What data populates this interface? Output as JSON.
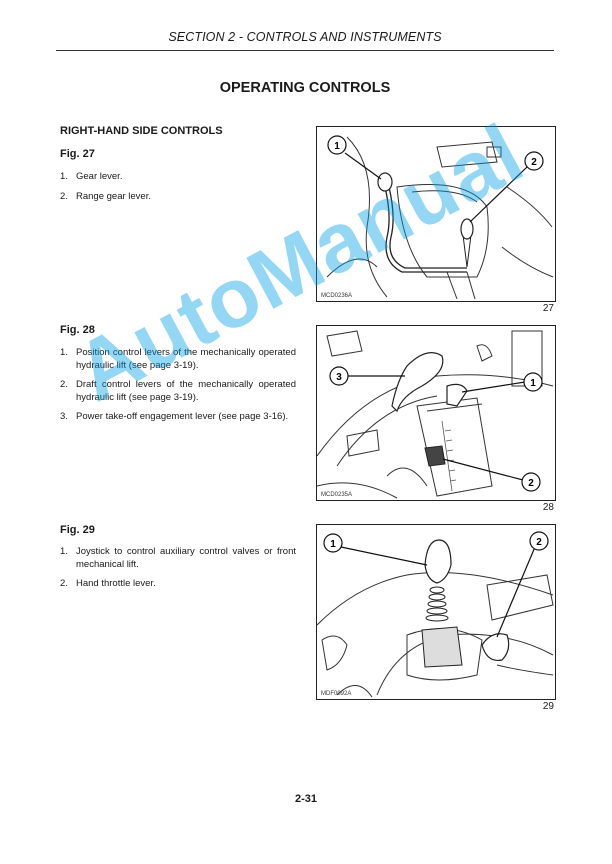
{
  "header": {
    "section": "SECTION 2 - CONTROLS AND INSTRUMENTS"
  },
  "title": "OPERATING CONTROLS",
  "subheading": "RIGHT-HAND SIDE CONTROLS",
  "figures": [
    {
      "label": "Fig. 27",
      "items": [
        {
          "num": "1.",
          "text": "Gear lever."
        },
        {
          "num": "2.",
          "text": "Range gear lever."
        }
      ],
      "code": "MCD0236A",
      "number": "27",
      "callouts": [
        "1",
        "2"
      ]
    },
    {
      "label": "Fig. 28",
      "items": [
        {
          "num": "1.",
          "text": "Position control levers of the mechanically operated hydraulic lift (see page 3-19)."
        },
        {
          "num": "2.",
          "text": "Draft control levers of the mechanically operated hydraulic lift (see page 3-19)."
        },
        {
          "num": "3.",
          "text": "Power take-off engagement lever (see page 3-16)."
        }
      ],
      "code": "MCD0235A",
      "number": "28",
      "callouts": [
        "1",
        "2",
        "3"
      ]
    },
    {
      "label": "Fig. 29",
      "items": [
        {
          "num": "1.",
          "text": "Joystick to control auxiliary control valves or front mechanical lift."
        },
        {
          "num": "2.",
          "text": "Hand throttle lever."
        }
      ],
      "code": "MDF0092A",
      "number": "29",
      "callouts": [
        "1",
        "2"
      ]
    }
  ],
  "page_number": "2-31",
  "watermark": "AutoManual"
}
